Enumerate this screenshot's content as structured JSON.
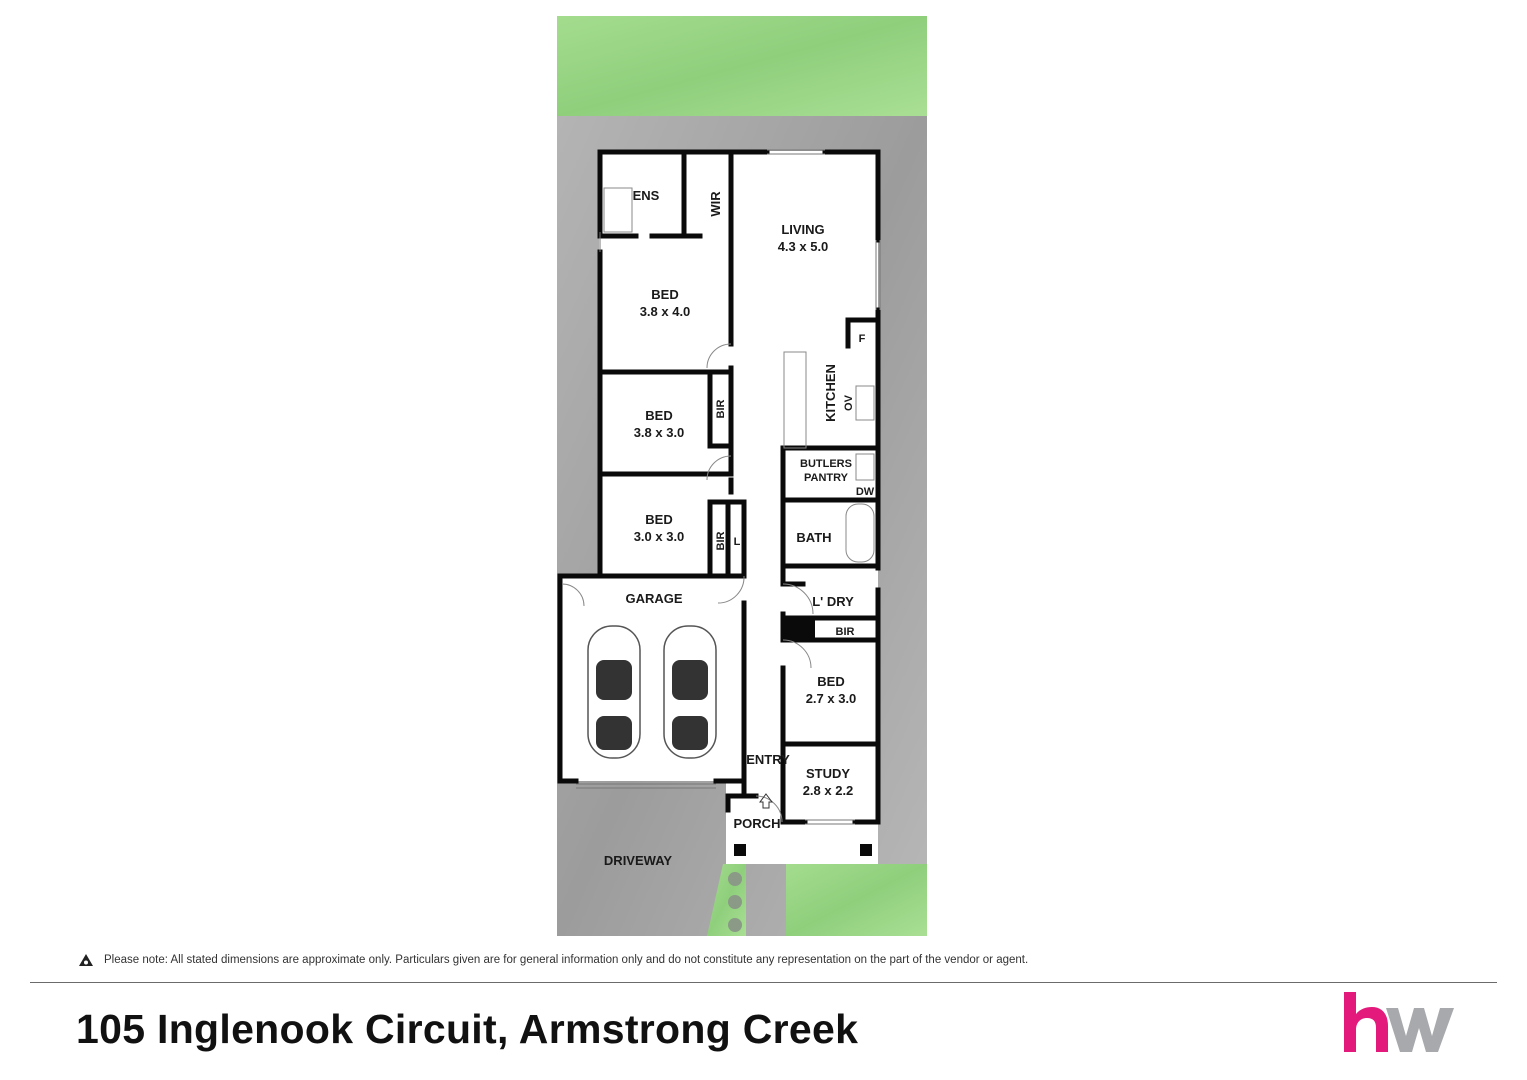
{
  "property": {
    "address": "105 Inglenook Circuit, Armstrong Creek",
    "disclaimer": "Please note: All stated dimensions are approximate only. Particulars given are for general information only and do not constitute any representation on the part of the vendor or agent."
  },
  "rooms": {
    "ens": "ENS",
    "wir": "WIR",
    "living": {
      "name": "LIVING",
      "dims": "4.3 x 5.0"
    },
    "bed1": {
      "name": "BED",
      "dims": "3.8 x 4.0"
    },
    "bed2": {
      "name": "BED",
      "dims": "3.8 x 3.0"
    },
    "bed3": {
      "name": "BED",
      "dims": "3.0 x 3.0"
    },
    "bed4": {
      "name": "BED",
      "dims": "2.7 x 3.0"
    },
    "bir1": "BIR",
    "bir2": "BIR",
    "bir3": "BIR",
    "linen": "L",
    "kitchen": "KITCHEN",
    "oven": "OV",
    "fridge": "F",
    "butlers": "BUTLERS",
    "pantry": "PANTRY",
    "dw": "DW",
    "bath": "BATH",
    "laundry": "L' DRY",
    "garage": "GARAGE",
    "entry": "ENTRY",
    "study": {
      "name": "STUDY",
      "dims": "2.8 x 2.2"
    },
    "porch": "PORCH",
    "driveway": "DRIVEWAY"
  },
  "colors": {
    "lawn": "#9ed88a",
    "yard": "#a8a8a8",
    "wall": "#0a0a0a",
    "logo_h": "#e4197c",
    "logo_w": "#a7a9ac"
  }
}
